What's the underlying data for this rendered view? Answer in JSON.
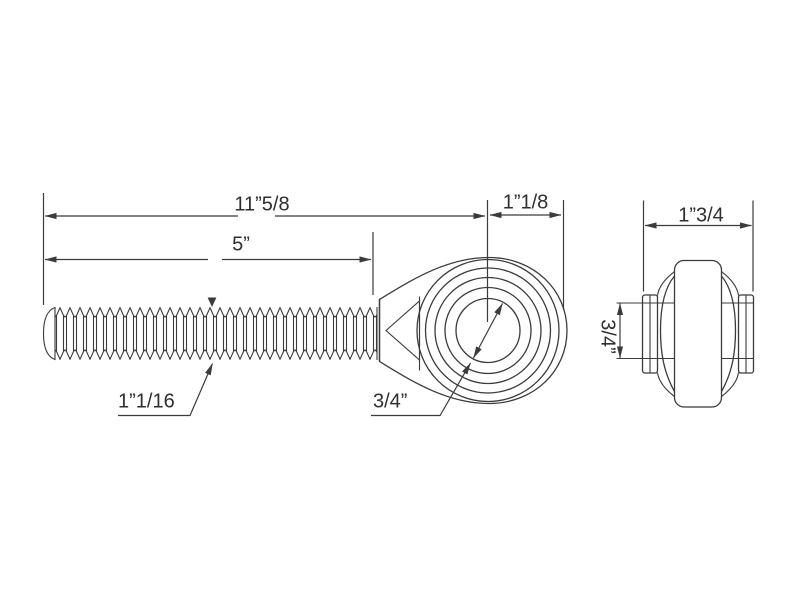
{
  "colors": {
    "background": "#ffffff",
    "line": "#3b3b3b",
    "text": "#2f2f2f"
  },
  "front_view": {
    "overall_length": "11”5/8",
    "thread_length": "5”",
    "head_width": "1”1/8",
    "thread_diameter": "1”1/16",
    "bore_diameter": "3/4”"
  },
  "side_view": {
    "outer_width": "1”3/4",
    "bore_height": "3/4”"
  }
}
